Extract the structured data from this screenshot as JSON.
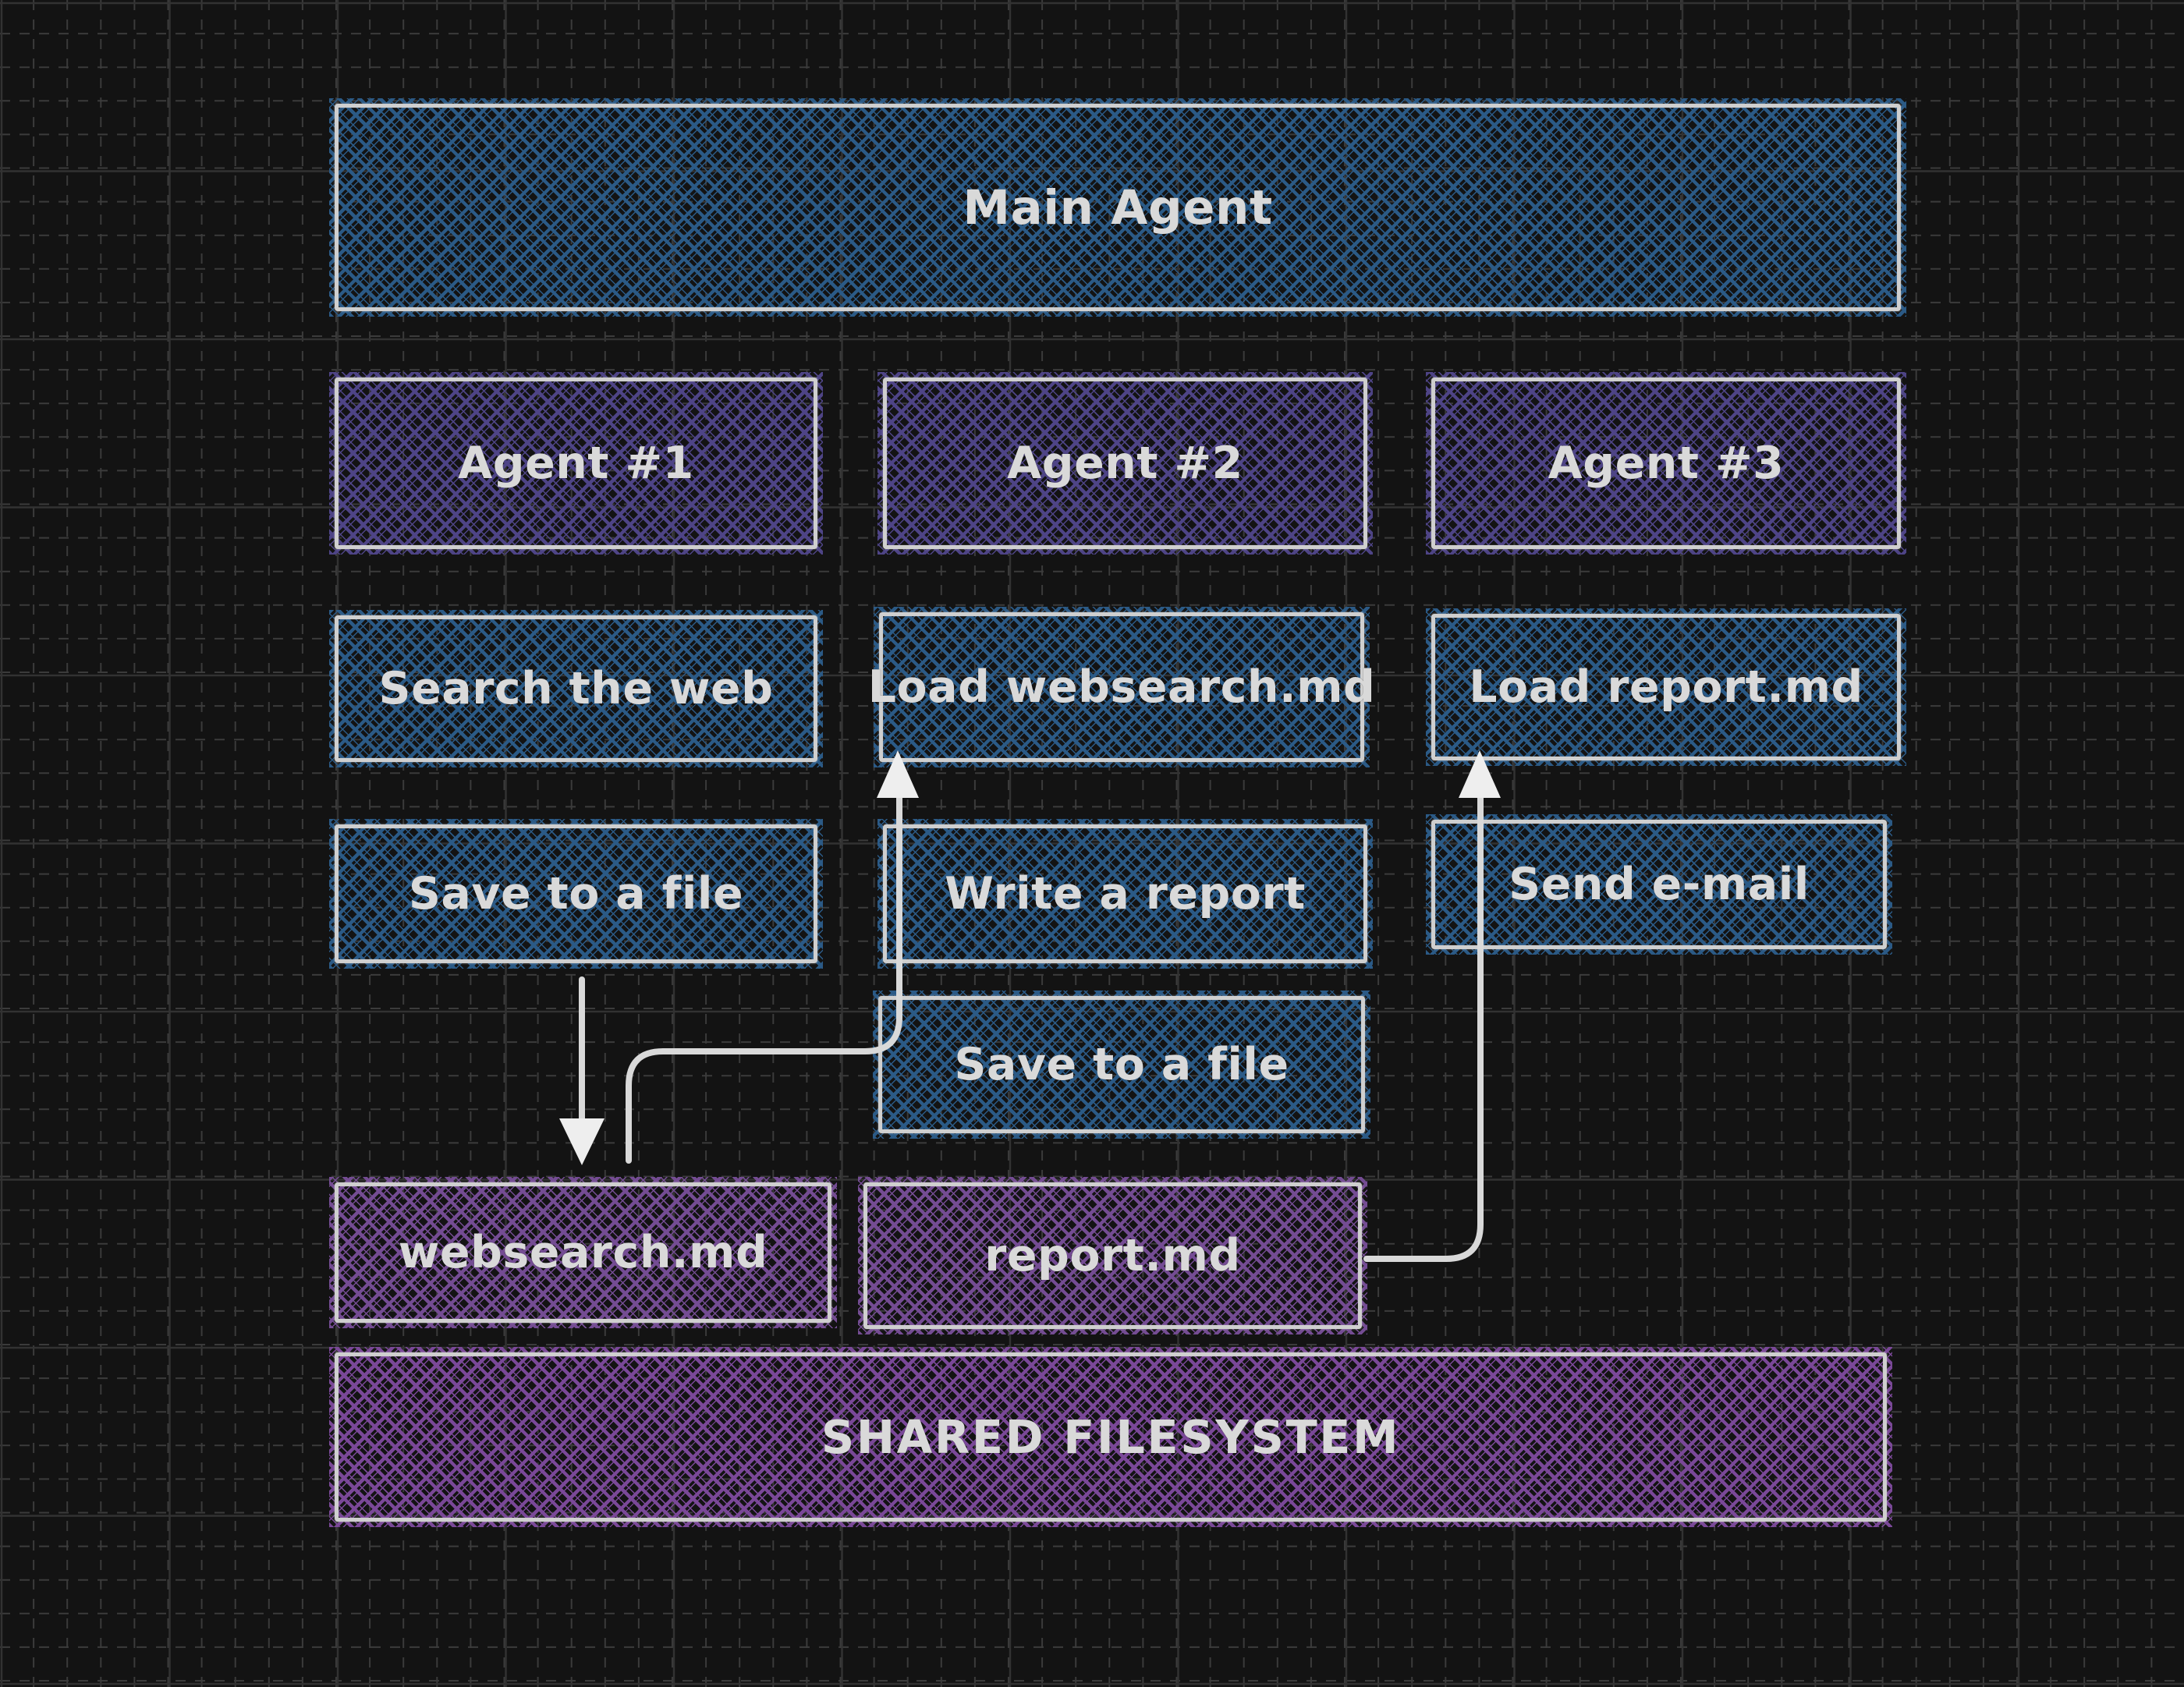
{
  "colors": {
    "background": "#131313",
    "grid_minor": "#3b3b3b",
    "grid_major": "#323232",
    "box_border": "#cfcfcf",
    "label_text": "#d9d9d9",
    "arrow": "#d9d9d9",
    "arrowhead_fill": "#eeeeee",
    "hatch_blue": "#2b5a86",
    "hatch_indigo": "#4e4486",
    "hatch_violet": "#744c93",
    "hatch_magenta": "#7a4898"
  },
  "diagram": {
    "main_agent": {
      "label": "Main Agent"
    },
    "agents": [
      {
        "label": "Agent #1"
      },
      {
        "label": "Agent #2"
      },
      {
        "label": "Agent #3"
      }
    ],
    "agent1_tasks": [
      {
        "label": "Search the web"
      },
      {
        "label": "Save to a file"
      }
    ],
    "agent2_tasks": [
      {
        "label": "Load websearch.md"
      },
      {
        "label": "Write a report"
      },
      {
        "label": "Save to a file"
      }
    ],
    "agent3_tasks": [
      {
        "label": "Load report.md"
      },
      {
        "label": "Send e-mail"
      }
    ],
    "files": [
      {
        "label": "websearch.md"
      },
      {
        "label": "report.md"
      }
    ],
    "filesystem": {
      "label": "SHARED FILESYSTEM"
    }
  }
}
